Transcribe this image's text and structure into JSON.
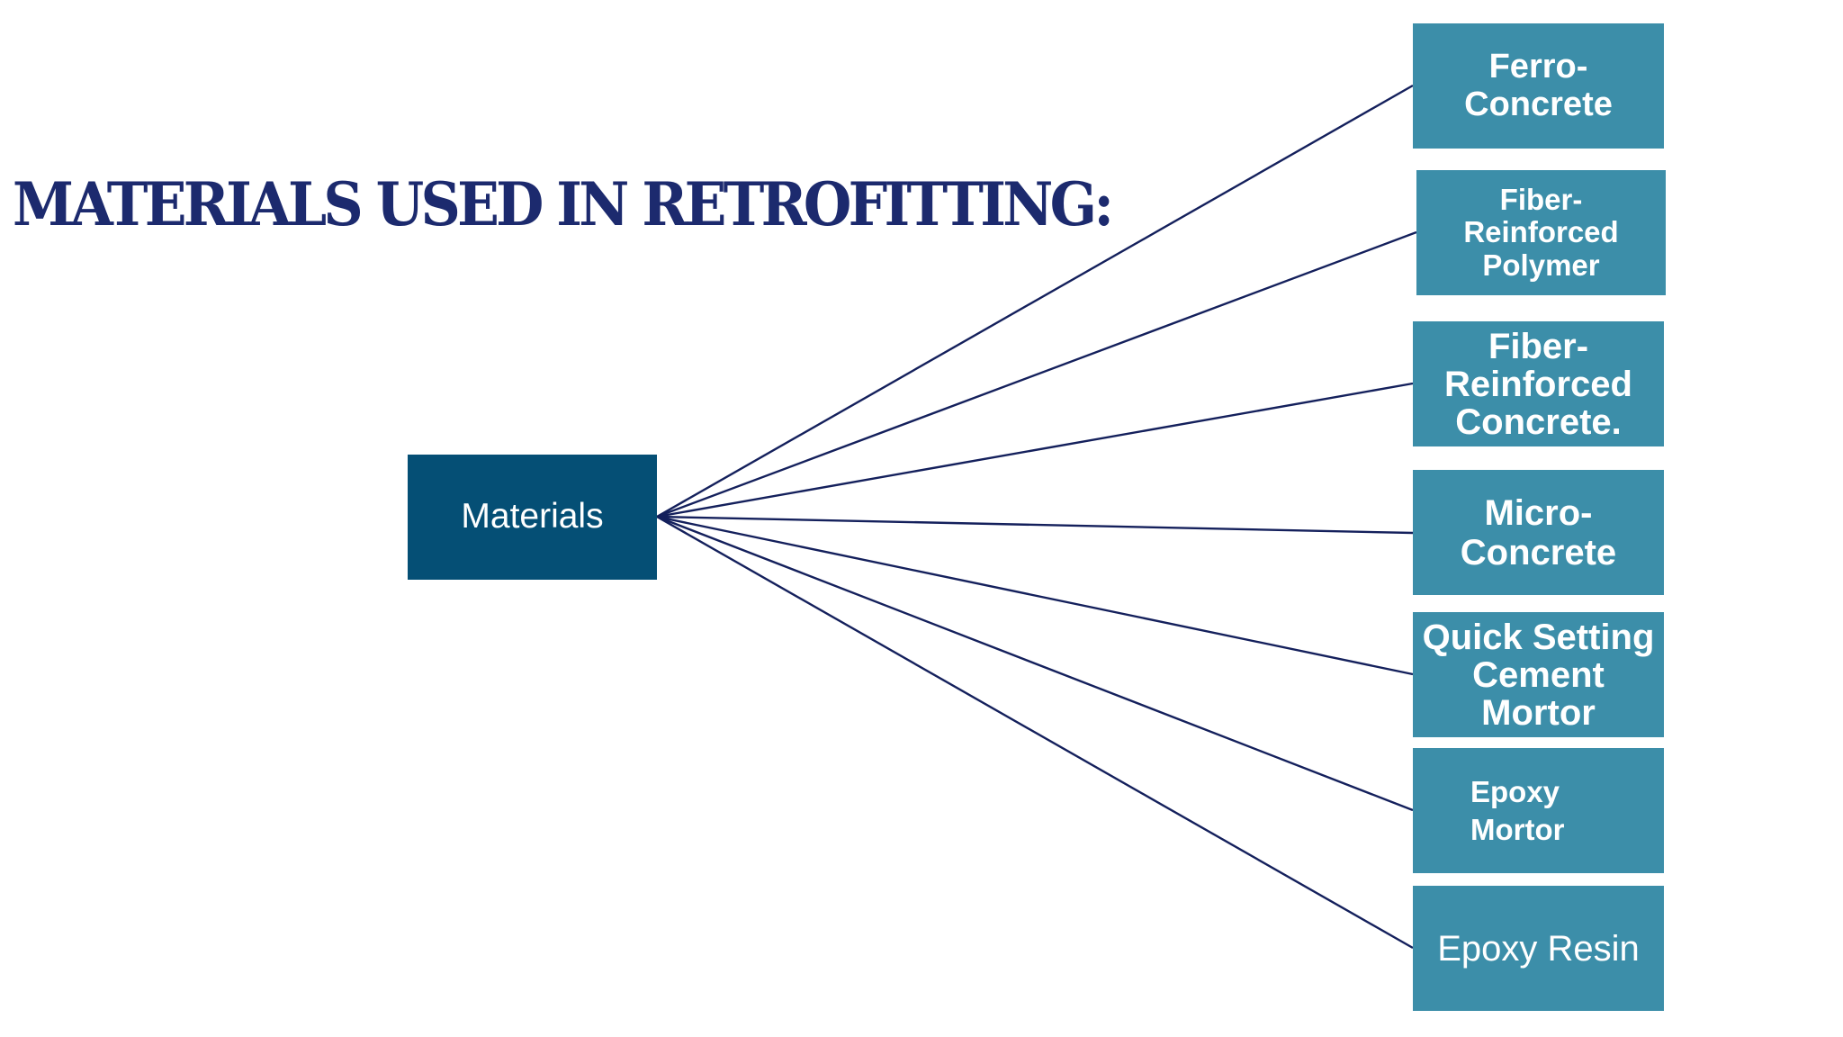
{
  "slide": {
    "title": "MATERIALS USED IN RETROFITTING:"
  },
  "diagram": {
    "root": "Materials",
    "leaves": [
      "Ferro-\nConcrete",
      "Fiber-\nReinforced\nPolymer",
      "Fiber-\nReinforced\nConcrete.",
      "Micro-\nConcrete",
      "Quick Setting\nCement\nMortor",
      "Epoxy\nMortor",
      "Epoxy Resin"
    ]
  },
  "colors": {
    "title": "#1c2a6e",
    "root_box": "#054f75",
    "leaf_box": "#3c8ea9",
    "connector": "#14205c",
    "text": "#ffffff"
  }
}
